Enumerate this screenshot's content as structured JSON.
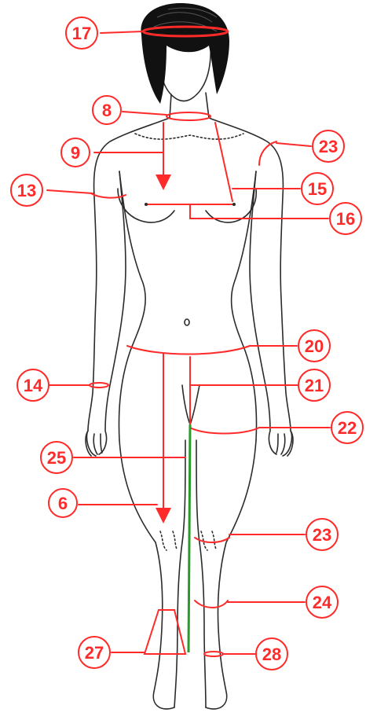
{
  "colors": {
    "accent": "#ff2a2a",
    "inseam": "#2a9a2a",
    "outline": "#2b2b2b",
    "hair": "#111111"
  },
  "markers": [
    {
      "id": "m17",
      "label": "17"
    },
    {
      "id": "m8",
      "label": "8"
    },
    {
      "id": "m9",
      "label": "9"
    },
    {
      "id": "m23a",
      "label": "23"
    },
    {
      "id": "m13",
      "label": "13"
    },
    {
      "id": "m15",
      "label": "15"
    },
    {
      "id": "m16",
      "label": "16"
    },
    {
      "id": "m20",
      "label": "20"
    },
    {
      "id": "m14",
      "label": "14"
    },
    {
      "id": "m21",
      "label": "21"
    },
    {
      "id": "m22",
      "label": "22"
    },
    {
      "id": "m25",
      "label": "25"
    },
    {
      "id": "m6",
      "label": "6"
    },
    {
      "id": "m23b",
      "label": "23"
    },
    {
      "id": "m24",
      "label": "24"
    },
    {
      "id": "m27",
      "label": "27"
    },
    {
      "id": "m28",
      "label": "28"
    }
  ]
}
